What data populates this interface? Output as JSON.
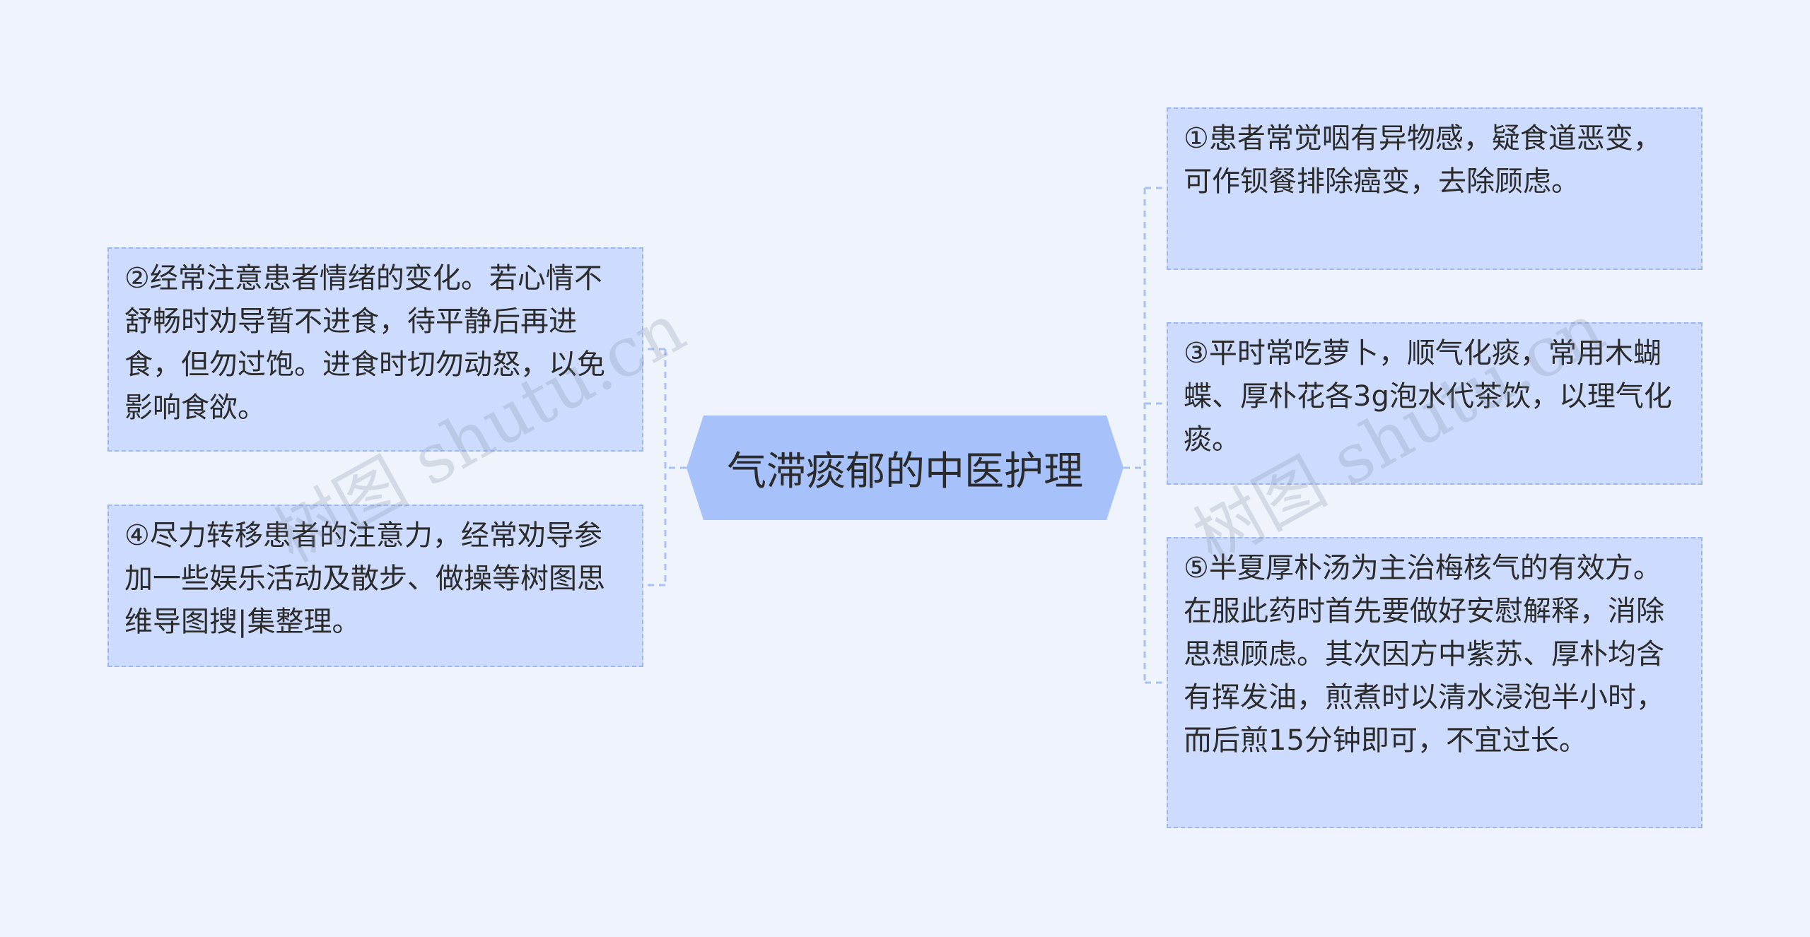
{
  "mindmap": {
    "center": "气滞痰郁的中医护理",
    "left": [
      "②经常注意患者情绪的变化。若心情不舒畅时劝导暂不进食，待平静后再进食，但勿过饱。进食时切勿动怒，以免影响食欲。",
      "④尽力转移患者的注意力，经常劝导参加一些娱乐活动及散步、做操等树图思维导图搜|集整理。"
    ],
    "right": [
      "①患者常觉咽有异物感，疑食道恶变，可作钡餐排除癌变，去除顾虑。",
      "③平时常吃萝卜，顺气化痰，常用木蝴蝶、厚朴花各3g泡水代茶饮，以理气化痰。",
      "⑤半夏厚朴汤为主治梅核气的有效方。在服此药时首先要做好安慰解释，消除思想顾虑。其次因方中紫苏、厚朴均含有挥发油，煎煮时以清水浸泡半小时，而后煎15分钟即可，不宜过长。"
    ]
  },
  "watermark": "树图 shutu.cn",
  "colors": {
    "background": "#eef3fc",
    "node_fill": "#cddcfe",
    "node_border": "#9db7ec",
    "center_fill": "#a7c1fb",
    "connector": "#a9c2ef",
    "text": "#2b2b2b"
  }
}
